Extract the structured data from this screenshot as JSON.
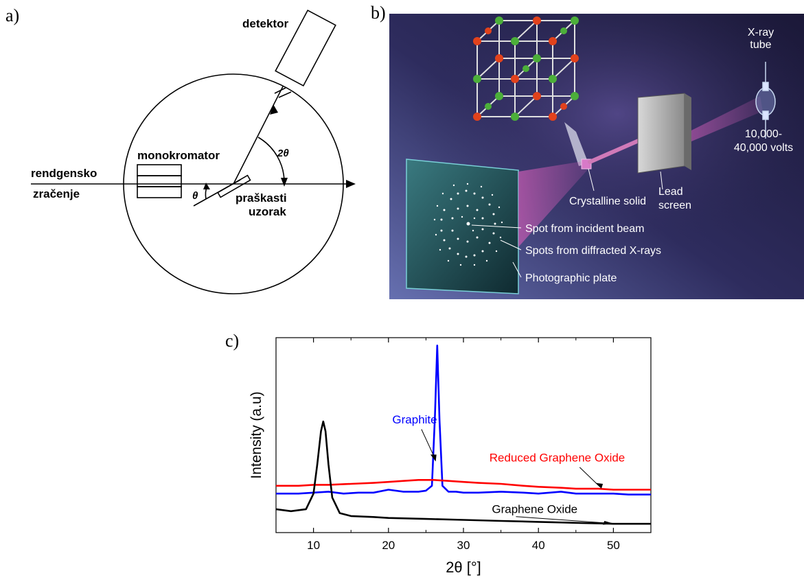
{
  "panels": {
    "a": {
      "label": "a)",
      "detektor": "detektor",
      "monokromator": "monokromator",
      "rendgensko": "rendgensko",
      "zracenje": "zračenje",
      "theta": "θ",
      "two_theta": "2θ",
      "praskasti": "praškasti",
      "uzorak": "uzorak"
    },
    "b": {
      "label": "b)",
      "xray_tube_1": "X-ray",
      "xray_tube_2": "tube",
      "volts_1": "10,000-",
      "volts_2": "40,000 volts",
      "crystalline_solid": "Crystalline solid",
      "lead_1": "Lead",
      "lead_2": "screen",
      "spot_incident": "Spot from incident beam",
      "spots_diffracted": "Spots from diffracted X-rays",
      "photo_plate": "Photographic plate"
    },
    "c": {
      "label": "c)"
    }
  },
  "chart_data": {
    "type": "line",
    "title": "",
    "xlabel": "2θ [°]",
    "ylabel": "Intensity (a.u)",
    "xlim": [
      5,
      55
    ],
    "xticks": [
      10,
      20,
      30,
      40,
      50
    ],
    "ylim": [
      0,
      100
    ],
    "series": [
      {
        "name": "Graphite",
        "color": "#0000ff",
        "x": [
          5,
          8,
          10,
          12,
          14,
          16,
          18,
          20,
          22,
          24,
          25,
          25.8,
          26.2,
          26.5,
          26.8,
          27.2,
          28,
          29,
          30,
          32,
          35,
          38,
          40,
          43,
          45,
          48,
          50,
          52,
          55
        ],
        "values": [
          20,
          20,
          20.5,
          21,
          20,
          20.5,
          20.5,
          22,
          21,
          21,
          21.5,
          24,
          60,
          96,
          58,
          24,
          21,
          21,
          20.5,
          20.5,
          21,
          20.5,
          20,
          21,
          20,
          20,
          20,
          19.5,
          19.5
        ]
      },
      {
        "name": "Reduced Graphene Oxide",
        "color": "#ff0000",
        "x": [
          5,
          8,
          10,
          12,
          15,
          18,
          20,
          22,
          24,
          26,
          28,
          30,
          32,
          35,
          38,
          40,
          43,
          45,
          48,
          50,
          52,
          55
        ],
        "values": [
          24,
          24,
          24.5,
          24.5,
          25,
          25.5,
          26,
          26.5,
          27,
          27,
          26.5,
          26,
          25.5,
          25,
          24,
          23.5,
          23,
          22.5,
          22.5,
          22,
          22,
          22
        ]
      },
      {
        "name": "Graphene Oxide",
        "color": "#000000",
        "x": [
          5,
          7,
          9,
          10,
          10.5,
          11,
          11.3,
          11.6,
          12,
          12.5,
          13.5,
          15,
          18,
          20,
          25,
          30,
          35,
          40,
          45,
          50,
          55
        ],
        "values": [
          12,
          11,
          12,
          20,
          35,
          52,
          57,
          52,
          35,
          18,
          10,
          8.5,
          8,
          7.5,
          7,
          6.5,
          6,
          5.5,
          5,
          4.5,
          4.5
        ]
      }
    ],
    "annotations": [
      {
        "text": "Graphite",
        "color": "#0000ff"
      },
      {
        "text": "Reduced Graphene Oxide",
        "color": "#ff0000"
      },
      {
        "text": "Graphene Oxide",
        "color": "#000000"
      }
    ]
  }
}
